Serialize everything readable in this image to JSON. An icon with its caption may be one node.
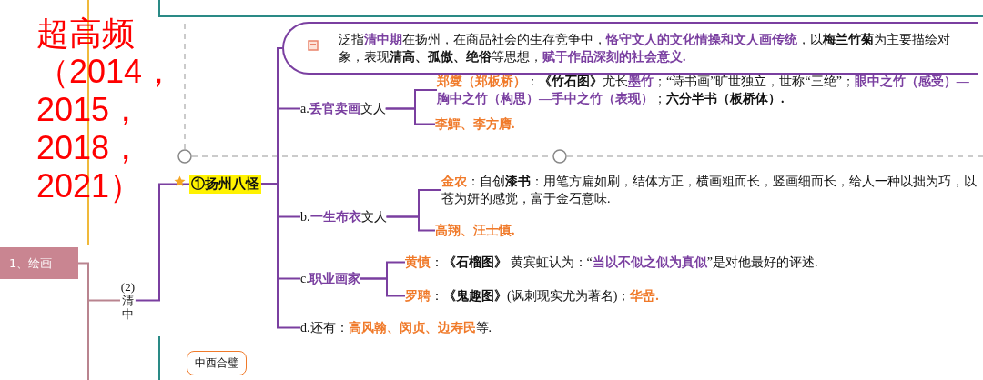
{
  "diagram": {
    "nodes": [
      {
        "text": [
          "1、绘画"
        ]
      },
      {
        "text": [
          "(2)清中"
        ]
      },
      {
        "text": [
          "①扬州八怪"
        ]
      },
      {
        "text": [
          "泛指",
          "清中期",
          "在扬州，在商品社会的生存竞争中，",
          "恪守文人的文化情操和文人画传统",
          "，以**梅兰竹菊**为主要描绘对象，表现**清高、孤傲、绝俗**等思想，",
          "赋于作品深刻的社会意义."
        ]
      },
      {
        "text": [
          "a.",
          "丢官卖画",
          "文人"
        ]
      },
      {
        "text": [
          "郑燮（郑板桥）",
          "：**《竹石图》**尤长",
          "墨竹",
          "；“诗书画”旷世独立，世称“三绝”；",
          "眼中之竹（感受）—胸中之竹（构思）—手中之竹（表现）",
          "；**六分半书（板桥体）.**"
        ]
      },
      {
        "text": [
          "李鱓、李方膺."
        ]
      },
      {
        "text": [
          "b.",
          "一生布衣",
          "文人"
        ]
      },
      {
        "text": [
          "金农",
          "：自创**漆书**：用笔方扁如刷，结体方正，横画粗而长，竖画细而长，给人一种以拙为巧，以苍为妍的感觉，富于金石意味."
        ]
      },
      {
        "text": [
          "高翔、汪士慎."
        ]
      },
      {
        "text": [
          "c.",
          "职业画家"
        ]
      },
      {
        "text": [
          "黄慎",
          "：**《石榴图》** 黄宾虹认为：“",
          "当以不似之似为真似",
          "”是对他最好的评述."
        ]
      },
      {
        "text": [
          "罗聘",
          "：**《鬼趣图》**(讽刺现实尤为著名)；",
          "华嵒."
        ]
      },
      {
        "text": [
          "d.还有：",
          "高风翰、闵贞、边寿民",
          "等."
        ]
      },
      {
        "text": [
          "中西合璧"
        ]
      }
    ],
    "edges": [
      {
        "from": 0,
        "to": 1,
        "arrow": "none",
        "color": "#b9848f"
      },
      {
        "from": 1,
        "to": 2,
        "arrow": "none"
      },
      {
        "from": 2,
        "to": 3,
        "arrow": "none"
      },
      {
        "from": 2,
        "to": 4,
        "arrow": "none"
      },
      {
        "from": 2,
        "to": 7,
        "arrow": "none"
      },
      {
        "from": 2,
        "to": 10,
        "arrow": "none"
      },
      {
        "from": 2,
        "to": 13,
        "arrow": "none"
      },
      {
        "from": 4,
        "to": 5,
        "arrow": "none"
      },
      {
        "from": 4,
        "to": 6,
        "arrow": "none"
      },
      {
        "from": 7,
        "to": 8,
        "arrow": "none"
      },
      {
        "from": 7,
        "to": 9,
        "arrow": "none"
      },
      {
        "from": 10,
        "to": 11,
        "arrow": "none"
      },
      {
        "from": 10,
        "to": 12,
        "arrow": "none"
      }
    ],
    "labels": [
      "超高频（2014，2015，2018，2021）"
    ]
  }
}
